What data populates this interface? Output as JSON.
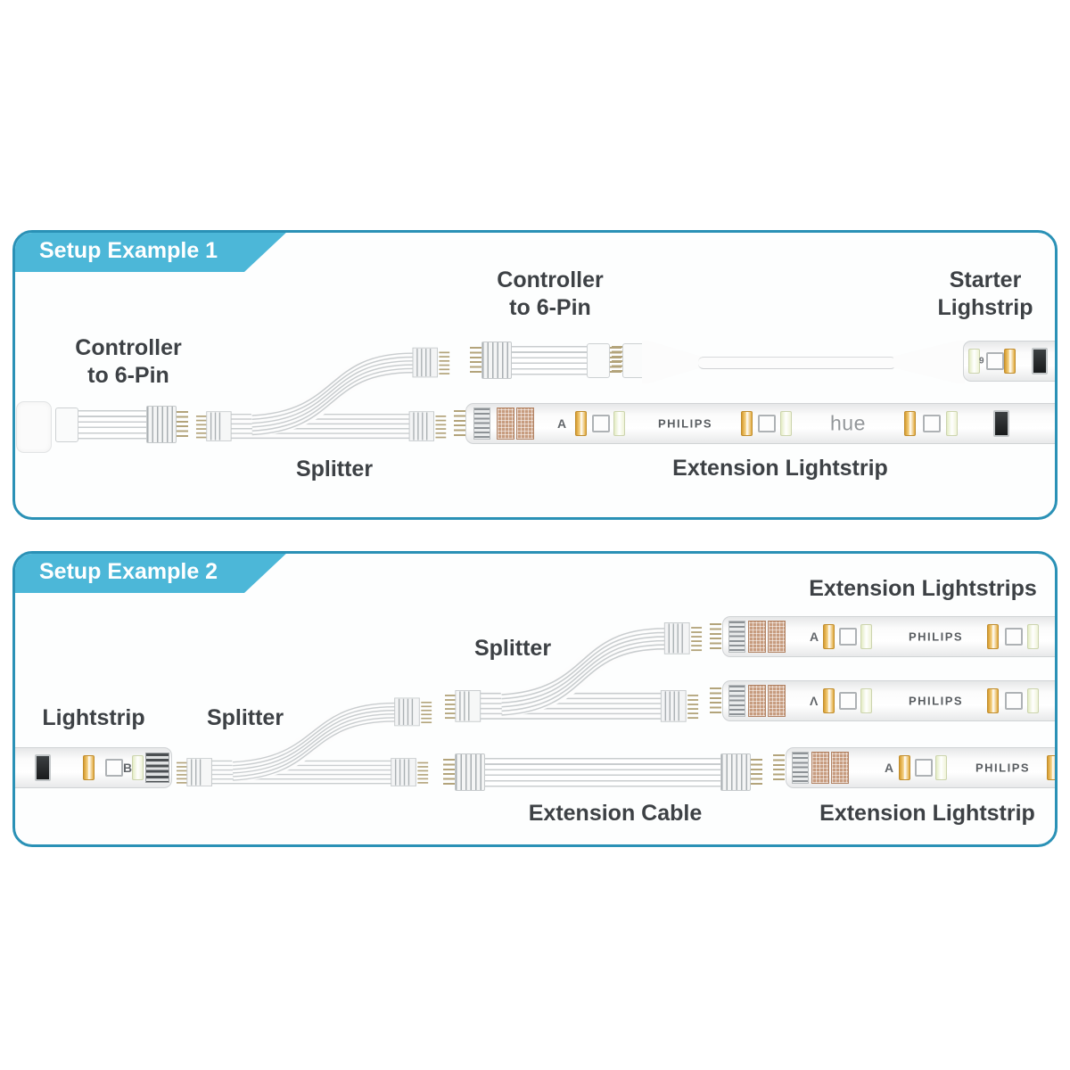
{
  "theme": {
    "tab_fill": "#4cb7d8",
    "panel_border": "#2a91b6",
    "label_color": "#3d4145",
    "tab_text_color": "#ffffff",
    "copper_pad_color": "#c79c7f",
    "led_amber_color": "#e3ab3c",
    "led_white_color": "#eef3d6"
  },
  "panel1": {
    "tab_label": "Setup Example 1",
    "labels": {
      "controller_left": [
        "Controller",
        "to 6-Pin"
      ],
      "controller_mid": [
        "Controller",
        "to 6-Pin"
      ],
      "starter": [
        "Starter",
        "Lighstrip"
      ],
      "splitter": "Splitter",
      "extension": "Extension Lightstrip"
    },
    "extension_strip": {
      "marking": "A",
      "brand": "PHILIPS",
      "sub_brand": "hue"
    },
    "starter_strip": {
      "marking": "9"
    }
  },
  "panel2": {
    "tab_label": "Setup Example 2",
    "labels": {
      "extension_lightstrips": "Extension Lightstrips",
      "splitter_mid": "Splitter",
      "lightstrip": "Lightstrip",
      "splitter_bottom": "Splitter",
      "extension_cable": "Extension Cable",
      "extension_lightstrip": "Extension Lightstrip"
    },
    "strip1": {
      "marking": "A",
      "brand": "PHILIPS"
    },
    "strip2": {
      "marking": "Λ",
      "brand": "PHILIPS"
    },
    "strip3": {
      "marking": "A",
      "brand": "PHILIPS"
    },
    "lightstrip": {
      "marking": "B"
    }
  }
}
